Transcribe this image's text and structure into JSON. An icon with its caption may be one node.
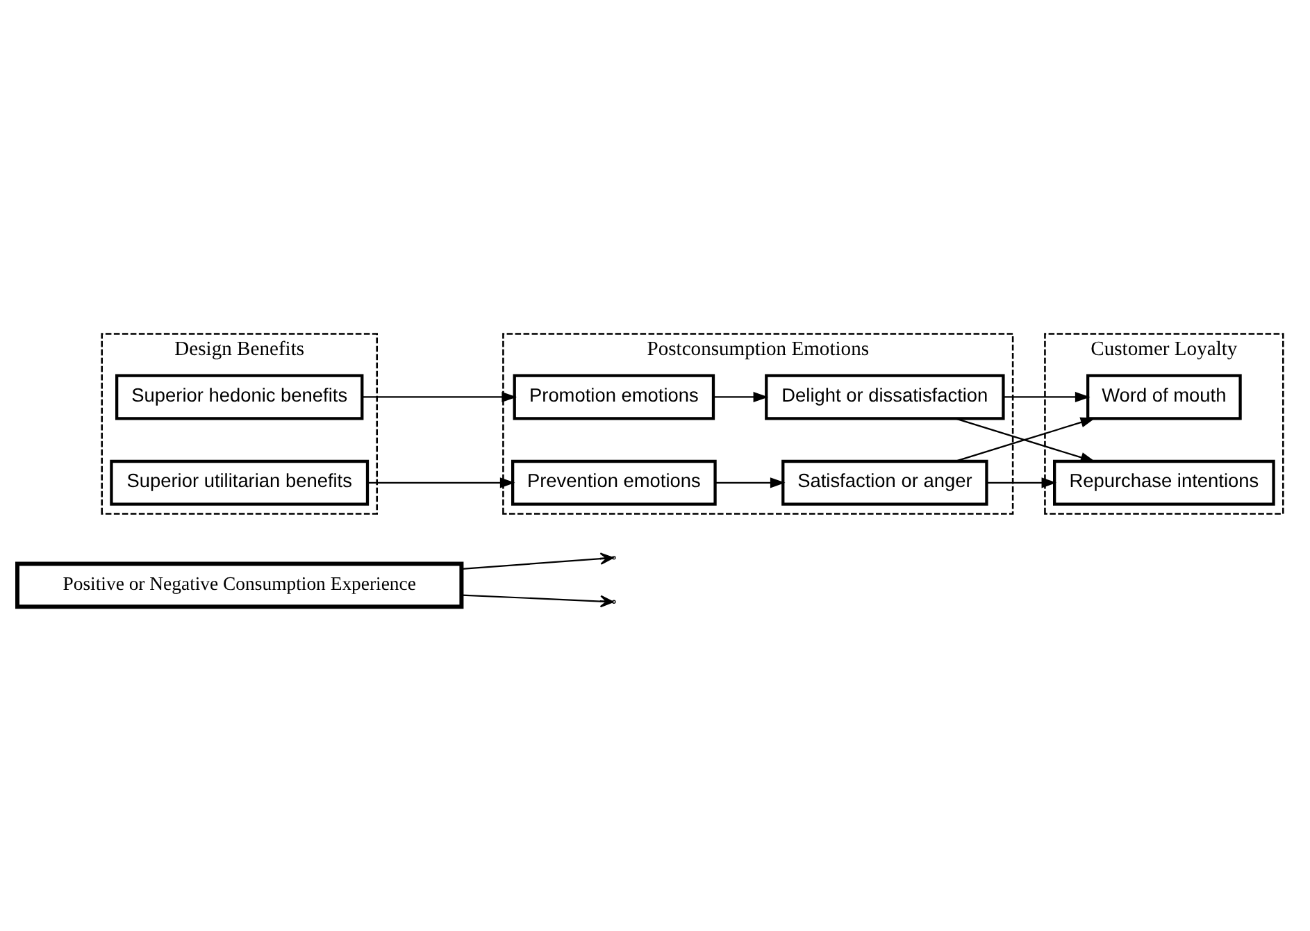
{
  "diagram": {
    "nodes": [
      {
        "text": [
          "Positive or Negative Consumption Experience"
        ]
      },
      {
        "text": [
          "Design Benefits"
        ]
      },
      {
        "text": [
          "Superior hedonic benefits"
        ],
        "in": 1
      },
      {
        "text": [
          "Superior utilitarian benefits"
        ],
        "in": 1
      },
      {
        "text": [
          "Postconsumption Emotions"
        ]
      },
      {
        "text": [
          "Promotion emotions"
        ],
        "in": 4
      },
      {
        "text": [
          "Delight or dissatisfaction"
        ],
        "in": 4
      },
      {
        "text": [
          "Prevention emotions"
        ],
        "in": 4
      },
      {
        "text": [
          "Satisfaction or anger"
        ],
        "in": 4
      },
      {
        "text": [
          "Customer Loyalty"
        ]
      },
      {
        "text": [
          "Word of mouth"
        ],
        "in": 9
      },
      {
        "text": [
          "Repurchase intentions"
        ],
        "in": 9
      }
    ],
    "edges": [
      {
        "from": 0,
        "to": null,
        "arrow": "to"
      },
      {
        "from": 0,
        "to": null,
        "arrow": "to"
      },
      {
        "from": 2,
        "to": 5,
        "arrow": "to"
      },
      {
        "from": 3,
        "to": 7,
        "arrow": "to"
      },
      {
        "from": 5,
        "to": 6,
        "arrow": "to"
      },
      {
        "from": 7,
        "to": 8,
        "arrow": "to"
      },
      {
        "from": 6,
        "to": 10,
        "arrow": "to"
      },
      {
        "from": 6,
        "to": 11,
        "arrow": "to"
      },
      {
        "from": 8,
        "to": 10,
        "arrow": "to"
      },
      {
        "from": 8,
        "to": 11,
        "arrow": "to"
      }
    ]
  }
}
